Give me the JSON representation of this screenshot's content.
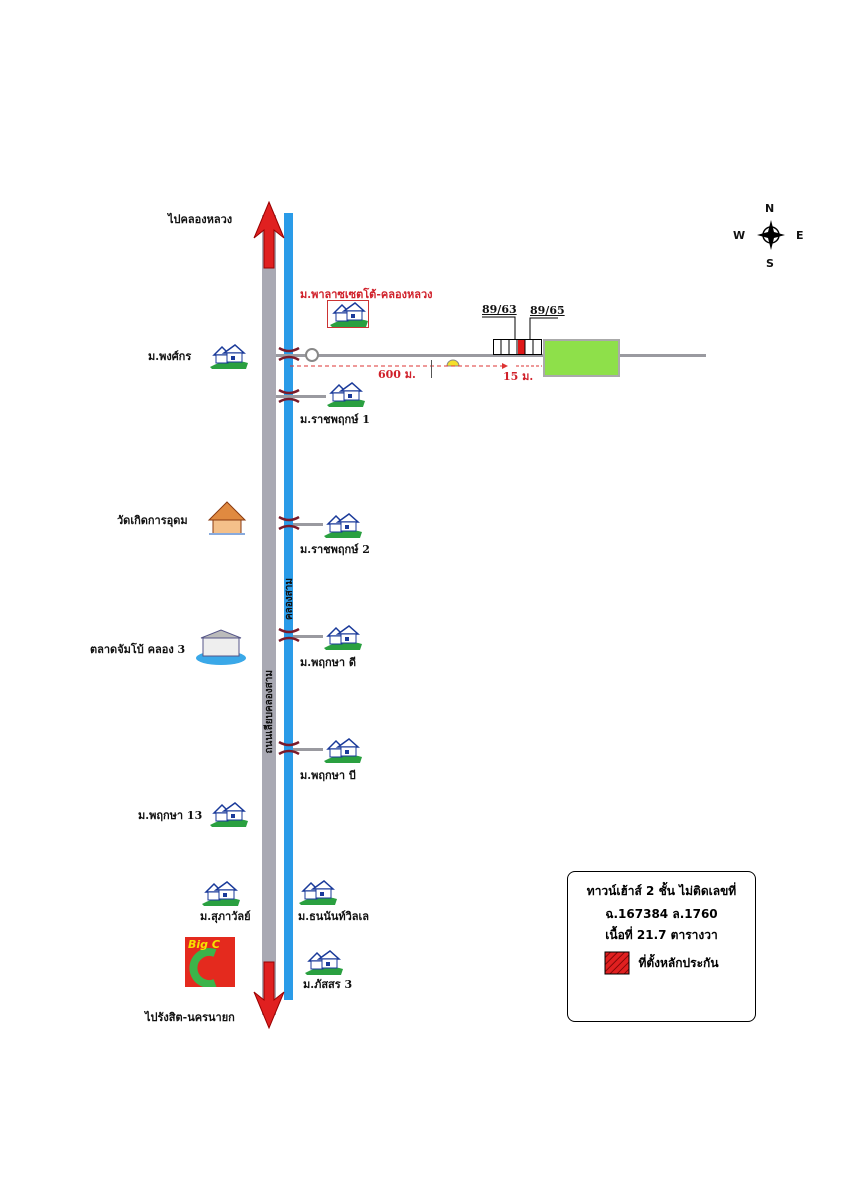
{
  "labels": {
    "to_north": "ไปคลองหลวง",
    "to_south": "ไปรังสิต-นครนายก",
    "road_name": "ถนนเลียบคลองสาม",
    "canal_name": "คลองสาม",
    "village_pala": "ม.พาลาซเซตโต้-คลองหลวง",
    "village_phongkorn": "ม.พงศ์กร",
    "village_ratchaphruek1": "ม.ราชพฤกษ์ 1",
    "temple": "วัดเกิดการอุดม",
    "village_ratchaphruek2": "ม.ราชพฤกษ์ 2",
    "market": "ตลาดจัมโบ้ คลอง 3",
    "village_phruksa_d": "ม.พฤกษา ดี",
    "village_phruksa_b": "ม.พฤกษา บี",
    "village_phruksa13": "ม.พฤกษา 13",
    "village_supawan": "ม.สุภาวัลย์",
    "village_thanan": "ม.ธนนันท์วิลเล",
    "village_passorn3": "ม.ภัสสร 3",
    "bigc": "Big C",
    "dist_600": "600 ม.",
    "dist_15": "15 ม.",
    "house_8963": "89/63",
    "house_8965": "89/65"
  },
  "compass": {
    "n": "N",
    "s": "S",
    "e": "E",
    "w": "W"
  },
  "legend": {
    "title": "ทาวน์เฮ้าส์ 2 ชั้น ไม่ติดเลขที่",
    "deed": "ฉ.167384  ล.1760",
    "area": "เนื้อที่ 21.7 ตารางวา",
    "marker_label": "ที่ตั้งหลักประกัน"
  },
  "colors": {
    "road": "#a9a9b3",
    "canal": "#2a9be8",
    "arrow": "#e02020",
    "plot": "#8ee04a"
  }
}
